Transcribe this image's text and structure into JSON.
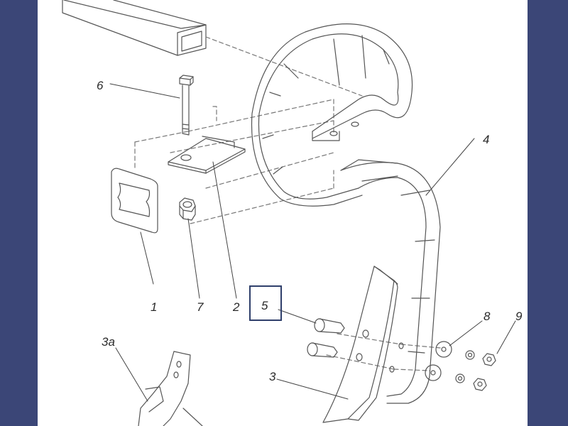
{
  "diagram": {
    "part_labels": {
      "p1": "1",
      "p2": "2",
      "p3": "3",
      "p3a": "3a",
      "p4": "4",
      "p5": "5",
      "p6": "6",
      "p7": "7",
      "p8": "8",
      "p9": "9"
    },
    "highlighted_part": "5",
    "colors": {
      "background": "#3b4677",
      "sheet": "#ffffff",
      "line": "#555555",
      "highlight": "#2f3f6b"
    }
  }
}
